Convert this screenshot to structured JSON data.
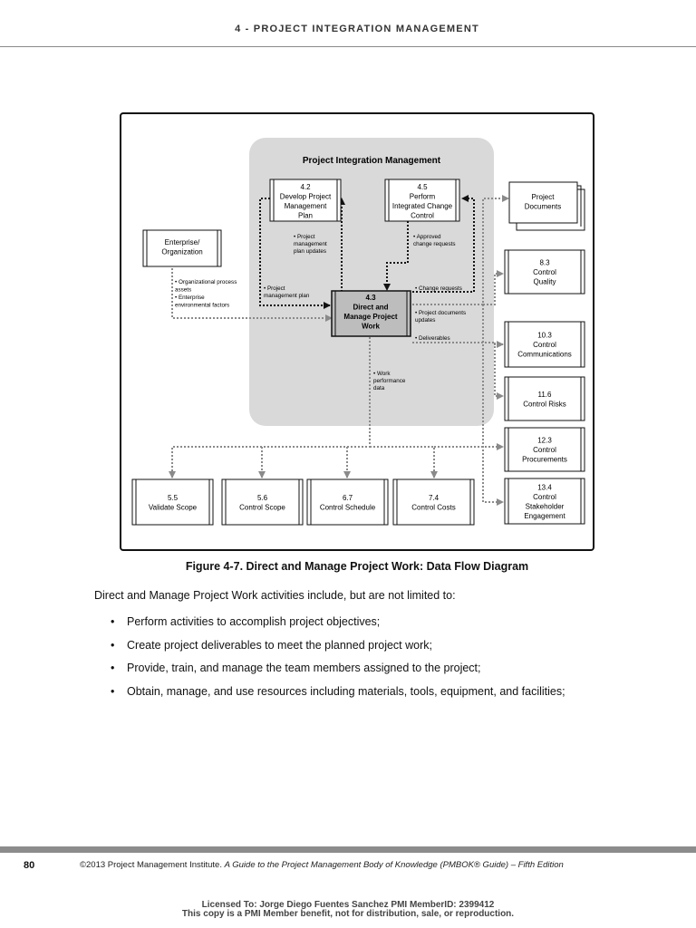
{
  "header": {
    "title": "4 - PROJECT INTEGRATION MANAGEMENT"
  },
  "diagram": {
    "group_title": "Project Integration Management",
    "process_4_2": [
      "4.2",
      "Develop Project",
      "Management",
      "Plan"
    ],
    "process_4_5": [
      "4.5",
      "Perform",
      "Integrated Change",
      "Control"
    ],
    "process_4_3": [
      "4.3",
      "Direct and",
      "Manage Project",
      "Work"
    ],
    "enterprise": [
      "Enterprise/",
      "Organization"
    ],
    "project_documents": [
      "Project",
      "Documents"
    ],
    "right_processes": [
      {
        "lines": [
          "8.3",
          "Control",
          "Quality"
        ]
      },
      {
        "lines": [
          "10.3",
          "Control",
          "Communications"
        ]
      },
      {
        "lines": [
          "11.6",
          "Control Risks"
        ]
      },
      {
        "lines": [
          "12.3",
          "Control",
          "Procurements"
        ]
      },
      {
        "lines": [
          "13.4",
          "Control",
          "Stakeholder",
          "Engagement"
        ]
      }
    ],
    "bottom_processes": [
      {
        "lines": [
          "5.5",
          "Validate Scope"
        ]
      },
      {
        "lines": [
          "5.6",
          "Control Scope"
        ]
      },
      {
        "lines": [
          "6.7",
          "Control Schedule"
        ]
      },
      {
        "lines": [
          "7.4",
          "Control Costs"
        ]
      }
    ],
    "labels": {
      "pm_plan_updates": [
        "• Project",
        "management",
        "plan updates"
      ],
      "approved_changes": [
        "• Approved",
        "change requests"
      ],
      "pm_plan": [
        "• Project",
        "management plan"
      ],
      "org_assets": [
        "• Organizational process",
        "assets",
        "• Enterprise",
        "environmental factors"
      ],
      "change_requests": [
        "• Change requests"
      ],
      "doc_updates": [
        "• Project documents",
        "updates"
      ],
      "deliverables": [
        "• Deliverables"
      ],
      "work_perf": [
        "• Work",
        "performance",
        "data"
      ]
    }
  },
  "figure_caption": "Figure 4-7. Direct and Manage Project Work: Data Flow Diagram",
  "body": {
    "intro": "Direct and Manage Project Work activities include, but are not limited to:",
    "bullet_char": "•",
    "bullets": [
      "Perform activities to accomplish project objectives;",
      "Create project deliverables to meet the planned project work;",
      "Provide, train, and manage the team members assigned to the project;",
      "Obtain, manage, and use resources including materials, tools, equipment, and facilities;"
    ]
  },
  "footer": {
    "page_number": "80",
    "copyright": "©2013 Project Management Institute.",
    "book_title": "A Guide to the Project Management Body of Knowledge (PMBOK® Guide) – Fifth Edition",
    "license_line1": "Licensed To: Jorge Diego Fuentes Sanchez PMI MemberID: 2399412",
    "license_line2": "This copy is a PMI Member benefit, not for distribution, sale, or reproduction."
  }
}
